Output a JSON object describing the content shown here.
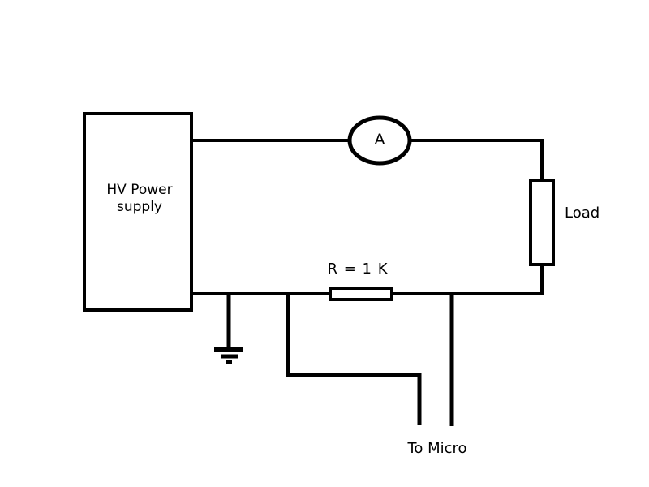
{
  "page": {
    "background_color": "#ffffff",
    "line_color": "#000000"
  },
  "diagram": {
    "type": "circuit-schematic",
    "labels": {
      "power_supply": "HV Power supply",
      "ammeter": "A",
      "load": "Load",
      "resistor": "R = 1 K",
      "to_micro": "To Micro"
    },
    "components": [
      {
        "id": "power-supply-box",
        "label": "HV Power supply"
      },
      {
        "id": "ammeter",
        "label": "A"
      },
      {
        "id": "load-resistor",
        "label": "Load"
      },
      {
        "id": "sense-resistor",
        "label": "R = 1 K"
      },
      {
        "id": "ground-symbol",
        "label": ""
      },
      {
        "id": "micro-terminals",
        "label": "To Micro"
      }
    ]
  }
}
